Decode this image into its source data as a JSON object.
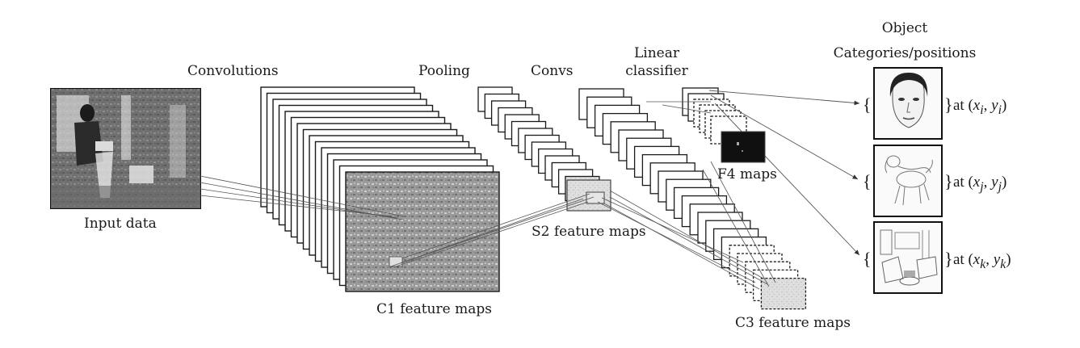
{
  "labels": {
    "convolutions": "Convolutions",
    "pooling": "Pooling",
    "convs": "Convs",
    "linear_line1": "Linear",
    "linear_line2": "classifier",
    "object_line1": "Object",
    "object_line2": "Categories/positions",
    "input_data": "Input data",
    "c1": "C1 feature maps",
    "s2": "S2 feature maps",
    "c3": "C3 feature maps",
    "f4": "F4 maps"
  },
  "outputs": [
    {
      "depiction": "face-sketch",
      "prefix": "at (",
      "var_x": "x",
      "sub_x": "i",
      "var_y": "y",
      "sub_y": "i",
      "suffix": ")"
    },
    {
      "depiction": "dog-sketch",
      "prefix": "at (",
      "var_x": "x",
      "sub_x": "j",
      "var_y": "y",
      "sub_y": "j",
      "suffix": ")"
    },
    {
      "depiction": "room-sketch",
      "prefix": "at (",
      "var_x": "x",
      "sub_x": "k",
      "var_y": "y",
      "sub_y": "k",
      "suffix": ")"
    }
  ],
  "brace_open": "{",
  "brace_close": "}"
}
